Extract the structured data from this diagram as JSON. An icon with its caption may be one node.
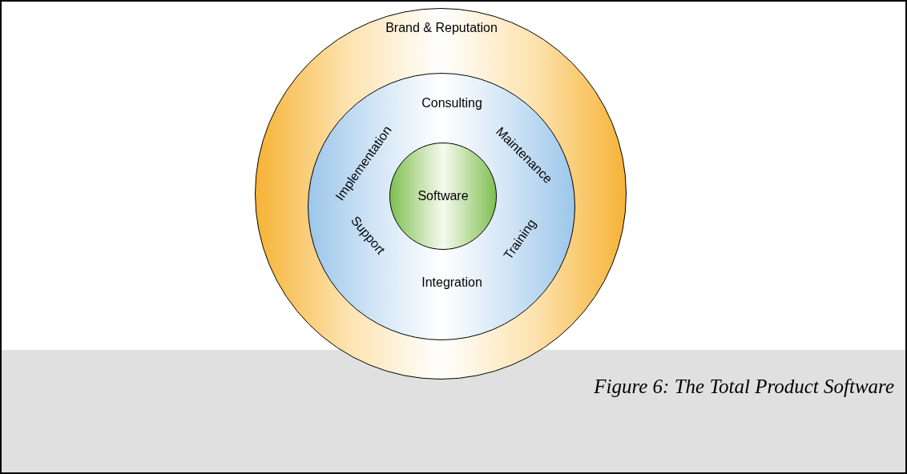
{
  "diagram": {
    "caption": "Figure 6: The Total Product Software",
    "nodes": [
      {
        "text": [
          "Brand & Reputation"
        ]
      },
      {
        "text": [
          "Consulting",
          "Implementation",
          "Maintenance",
          "Support",
          "Training",
          "Integration"
        ],
        "in": 0
      },
      {
        "text": [
          "Software"
        ],
        "in": 1
      }
    ]
  }
}
